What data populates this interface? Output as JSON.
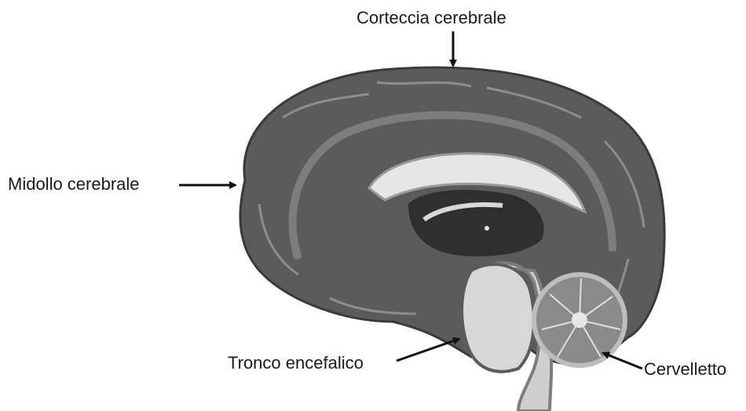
{
  "diagram": {
    "labels": {
      "corteccia": "Corteccia cerebrale",
      "midollo": "Midollo cerebrale",
      "tronco": "Tronco encefalico",
      "cervelletto": "Cervelletto"
    },
    "palette": {
      "cortex": "#5b5b5b",
      "cortex_dark": "#3a3a3a",
      "white_matter": "#e6e6e6",
      "outline": "#7d7d7d",
      "ventricle": "#2f2f2f",
      "brainstem": "#cfcfcf",
      "cerebellum": "#8a8a8a",
      "arrow": "#111111"
    }
  }
}
